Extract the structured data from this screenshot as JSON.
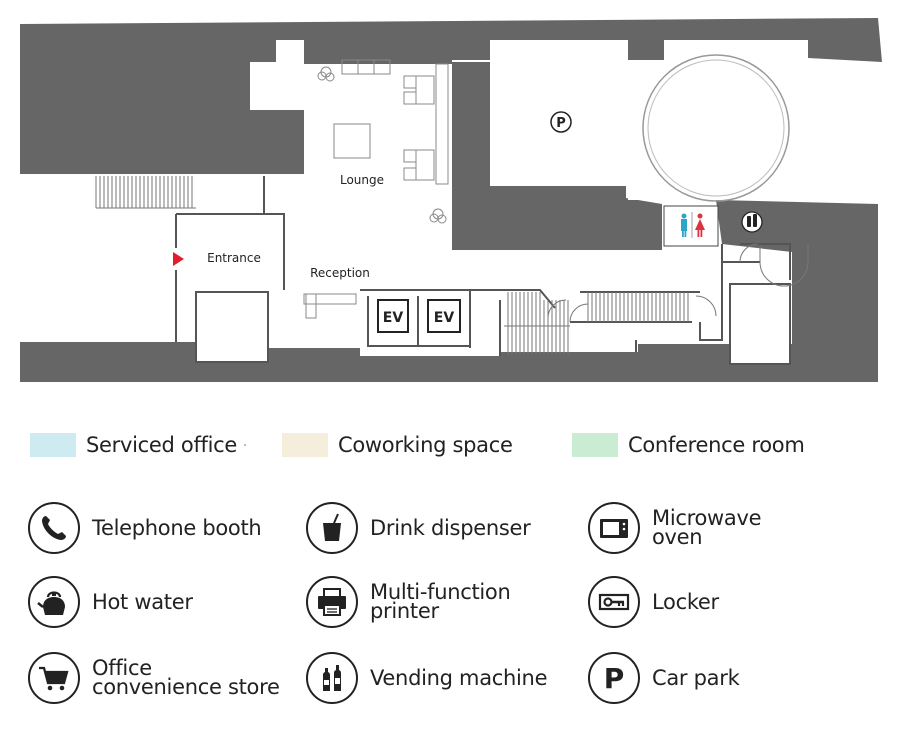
{
  "floor_plan": {
    "rooms": {
      "lounge": "Lounge",
      "entrance": "Entrance",
      "reception": "Reception",
      "elevator_1": "EV",
      "elevator_2": "EV"
    },
    "icons": {
      "parking_marker": "parking-icon",
      "restroom_marker": "restroom-icon",
      "vending_marker": "vending-machine-icon",
      "entrance_marker": "entrance-arrow-icon",
      "compass": "north-arrow-icon"
    },
    "colors": {
      "wall_block": "#666666",
      "entrance_arrow": "#e21c2a",
      "restroom_male": "#2aa6c8",
      "restroom_female": "#e0323c"
    }
  },
  "space_legend": [
    {
      "label": "Serviced office",
      "color": "#cdebf0"
    },
    {
      "label": "Coworking space",
      "color": "#f5eedd"
    },
    {
      "label": "Conference room",
      "color": "#c9ecd3"
    }
  ],
  "amenities": [
    {
      "label_lines": [
        "Telephone booth"
      ],
      "icon": "telephone-icon"
    },
    {
      "label_lines": [
        "Drink dispenser"
      ],
      "icon": "drink-cup-icon"
    },
    {
      "label_lines": [
        "Microwave",
        "oven"
      ],
      "icon": "microwave-icon"
    },
    {
      "label_lines": [
        "Hot water"
      ],
      "icon": "kettle-icon"
    },
    {
      "label_lines": [
        "Multi-function",
        "printer"
      ],
      "icon": "printer-icon"
    },
    {
      "label_lines": [
        "Locker"
      ],
      "icon": "key-icon"
    },
    {
      "label_lines": [
        "Office",
        "convenience store"
      ],
      "icon": "shopping-cart-icon"
    },
    {
      "label_lines": [
        "Vending machine"
      ],
      "icon": "vending-machine-icon"
    },
    {
      "label_lines": [
        "Car park"
      ],
      "icon": "parking-icon"
    }
  ]
}
